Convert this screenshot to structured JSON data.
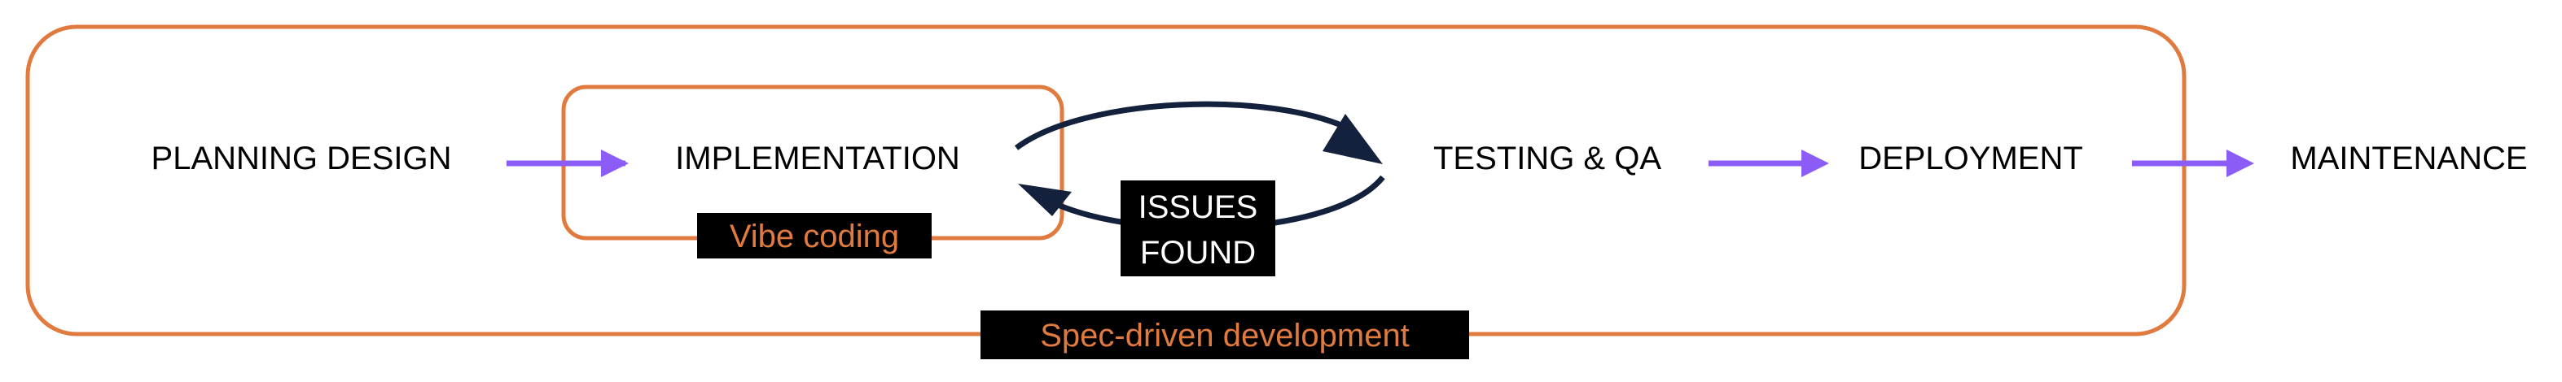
{
  "stages": [
    "PLANNING DESIGN",
    "IMPLEMENTATION",
    "TESTING & QA",
    "DEPLOYMENT",
    "MAINTENANCE"
  ],
  "issues_found": "ISSUES FOUND",
  "vibe_coding": "Vibe coding",
  "spec_driven": "Spec-driven development",
  "colors": {
    "frame": "#E07A3E",
    "flow_arrow": "#8B5CF6",
    "loop_arrow": "#14213D",
    "label_bg": "#000000",
    "text": "#000000"
  }
}
